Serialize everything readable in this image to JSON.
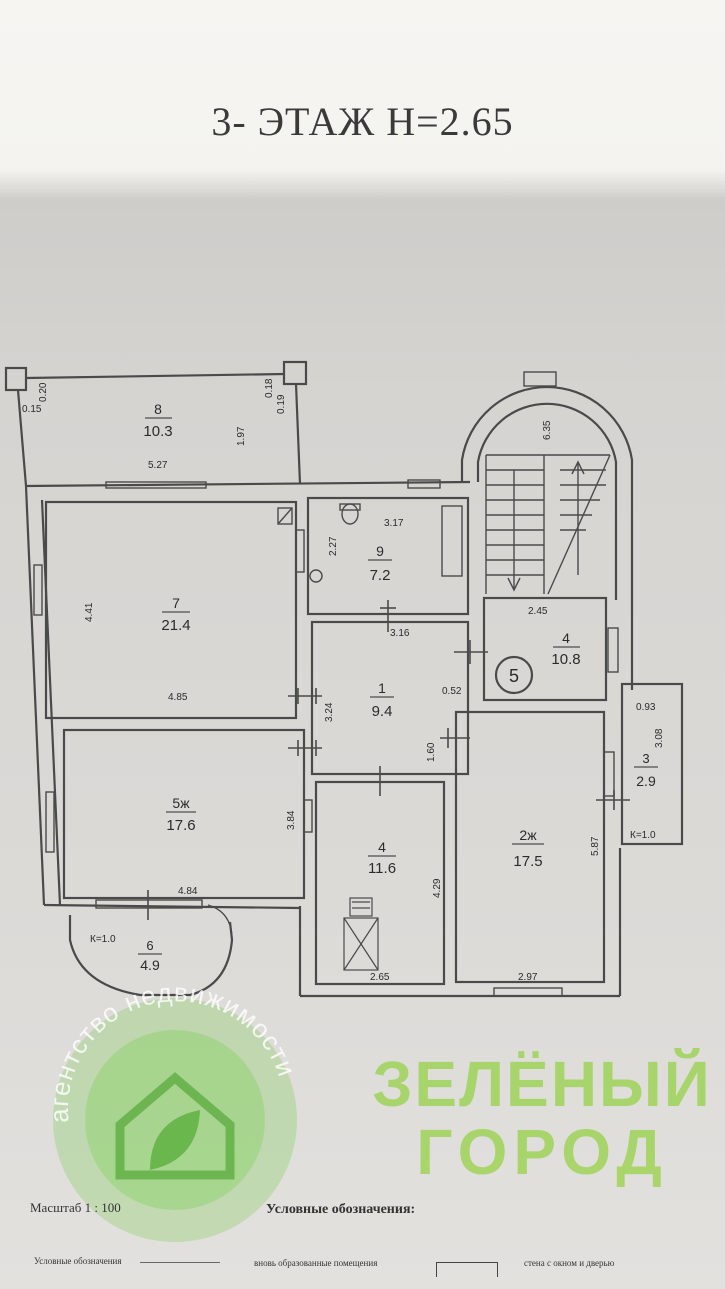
{
  "title": "3- ЭТАЖ  Н=2.65",
  "rooms": [
    {
      "num": "8",
      "area": "10.3"
    },
    {
      "num": "7",
      "area": "21.4"
    },
    {
      "num": "9",
      "area": "7.2"
    },
    {
      "num": "1",
      "area": "9.4"
    },
    {
      "num": "4",
      "area": "10.8"
    },
    {
      "num": "5ж",
      "area": "17.6"
    },
    {
      "num": "4",
      "area": "11.6"
    },
    {
      "num": "2ж",
      "area": "17.5"
    },
    {
      "num": "3",
      "area": "2.9"
    },
    {
      "num": "6",
      "area": "4.9"
    }
  ],
  "stair_marker": "5",
  "dimensions": {
    "d_015": "0.15",
    "d_020": "0.20",
    "d_018": "0.18",
    "d_019": "0.19",
    "d_197": "1.97",
    "d_527": "5.27",
    "d_441": "4.41",
    "d_485": "4.85",
    "d_227": "2.27",
    "d_317": "3.17",
    "d_316": "3.16",
    "d_324": "3.24",
    "d_052": "0.52",
    "d_160": "1.60",
    "d_245": "2.45",
    "d_635": "6.35",
    "d_093": "0.93",
    "d_308": "3.08",
    "d_k1a": "К=1.0",
    "d_384": "3.84",
    "d_484": "4.84",
    "d_k1b": "К=1.0",
    "d_429": "4.29",
    "d_587": "5.87",
    "d_265": "2.65",
    "d_297": "2.97"
  },
  "watermark": {
    "ring_text": "агентство недвижимости",
    "brand_line1": "ЗЕЛЁНЫЙ",
    "brand_line2": "ГОРОД"
  },
  "legend": {
    "scale": "Масштаб 1 : 100",
    "title": "Условные обозначения:",
    "item1": "Условные обозначения",
    "item2": "вновь образованные помещения",
    "item3": "стена с окном и дверью"
  },
  "colors": {
    "wall": "#4a4a4a",
    "watermark_green": "#8fd14f"
  }
}
